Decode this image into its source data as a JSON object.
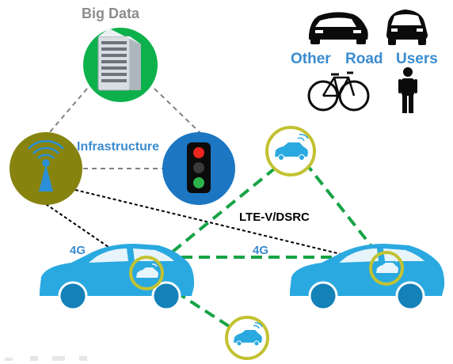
{
  "labels": {
    "big_data": "Big Data",
    "infrastructure": "Infrastructure",
    "other": "Other",
    "road": "Road",
    "users": "Users",
    "lte": "LTE-V/DSRC",
    "fourg_left": "4G",
    "fourg_right": "4G"
  },
  "colors": {
    "big_data_node": "#0db14b",
    "antenna_node": "#86840f",
    "traffic_node": "#1c76c2",
    "vehicle": "#2aa9e0",
    "ring": "#c2c232",
    "v2x_link": "#17a346",
    "network_link": "#000000",
    "infra_link": "#808080",
    "label_blue": "#3a8ccf",
    "label_gray": "#8c8c8c"
  },
  "icons": [
    "server-rack-icon",
    "antenna-icon",
    "traffic-light-icon",
    "sports-car-icon",
    "sedan-icon",
    "bicycle-icon",
    "pedestrian-icon",
    "connected-car-icon"
  ]
}
